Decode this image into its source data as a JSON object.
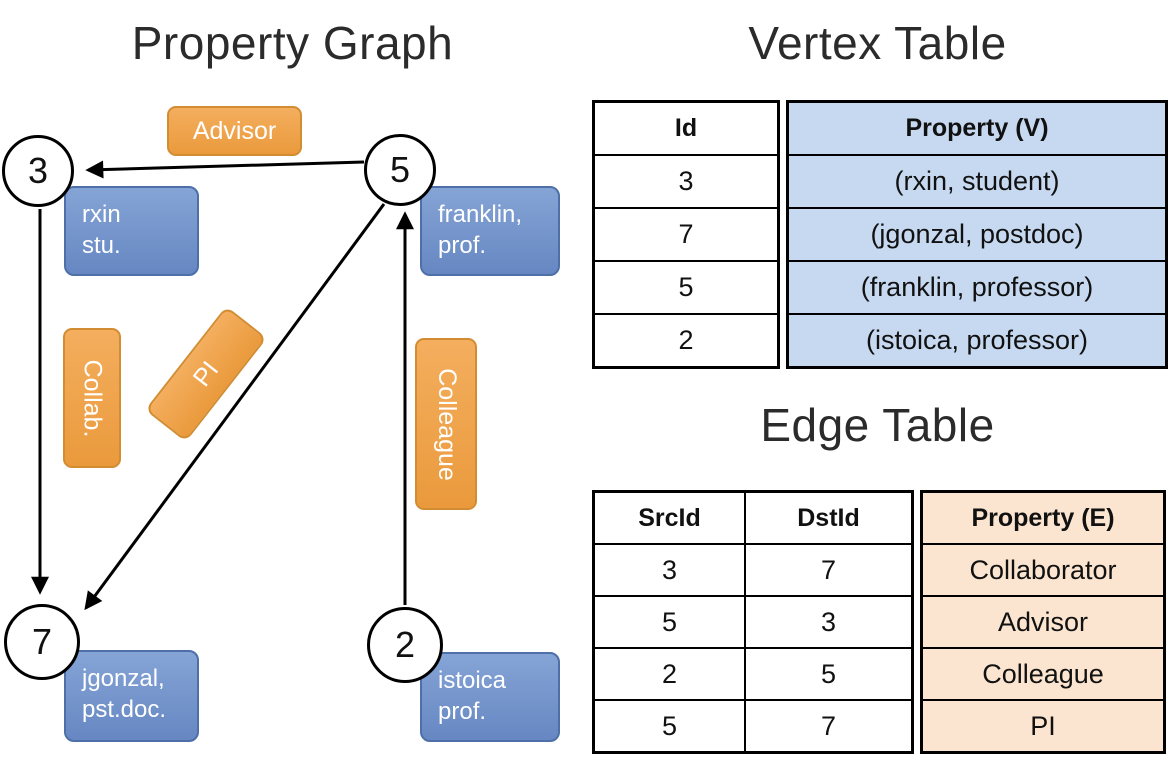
{
  "graph": {
    "title": "Property Graph",
    "nodes": {
      "n3": "3",
      "n5": "5",
      "n7": "7",
      "n2": "2"
    },
    "vertex_properties": {
      "rxin": {
        "line1": "rxin",
        "line2": "stu."
      },
      "franklin": {
        "line1": "franklin,",
        "line2": "prof."
      },
      "jgonzal": {
        "line1": "jgonzal,",
        "line2": "pst.doc."
      },
      "istoica": {
        "line1": "istoica",
        "line2": "prof."
      }
    },
    "edge_labels": {
      "advisor": "Advisor",
      "collab": "Collab.",
      "pi": "PI",
      "colleague": "Colleague"
    },
    "colors": {
      "edge_label_orange": "#EFA04B",
      "vertex_property_blue": "#7193C7",
      "node_fill": "#FFFFFF",
      "edge_line": "#000000"
    }
  },
  "vertex_table": {
    "title": "Vertex Table",
    "headers": {
      "id": "Id",
      "property": "Property (V)"
    },
    "property_bg": "#C6D9F0",
    "rows": [
      {
        "id": "3",
        "property": "(rxin, student)"
      },
      {
        "id": "7",
        "property": "(jgonzal, postdoc)"
      },
      {
        "id": "5",
        "property": "(franklin, professor)"
      },
      {
        "id": "2",
        "property": "(istoica, professor)"
      }
    ]
  },
  "edge_table": {
    "title": "Edge Table",
    "headers": {
      "src": "SrcId",
      "dst": "DstId",
      "property": "Property (E)"
    },
    "property_bg": "#FBE5D0",
    "rows": [
      {
        "src": "3",
        "dst": "7",
        "property": "Collaborator"
      },
      {
        "src": "5",
        "dst": "3",
        "property": "Advisor"
      },
      {
        "src": "2",
        "dst": "5",
        "property": "Colleague"
      },
      {
        "src": "5",
        "dst": "7",
        "property": "PI"
      }
    ]
  }
}
